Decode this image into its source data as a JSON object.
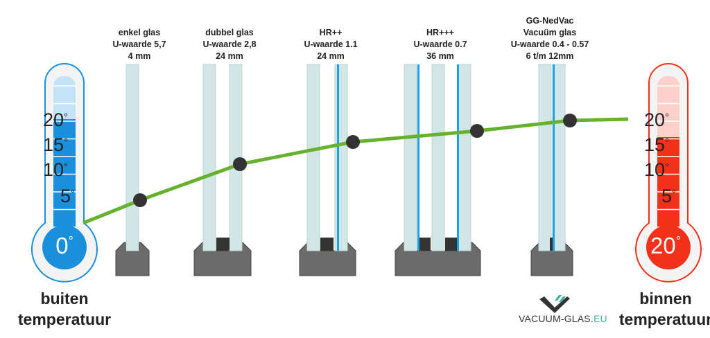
{
  "glass_types": [
    {
      "lines": [
        "enkel glas",
        "U-waarde 5,7",
        "4 mm"
      ]
    },
    {
      "lines": [
        "dubbel glas",
        "U-waarde 2,8",
        "24 mm"
      ]
    },
    {
      "lines": [
        "HR++",
        "U-waarde 1.1",
        "24 mm"
      ]
    },
    {
      "lines": [
        "HR+++",
        "U-waarde 0.7",
        "36 mm"
      ]
    },
    {
      "lines": [
        "GG-NedVac",
        "Vacuüm glas",
        "U-waarde 0.4  - 0.57",
        "6 t/m 12mm"
      ]
    }
  ],
  "thermometer_left": {
    "ticks": [
      "20",
      "15",
      "10",
      "5"
    ],
    "bulb": "0",
    "label_line1": "buiten",
    "label_line2": "temperatuur",
    "color": "#1a8fdc"
  },
  "thermometer_right": {
    "ticks": [
      "20",
      "15",
      "10",
      "5"
    ],
    "bulb": "20",
    "label_line1": "binnen",
    "label_line2": "temperatuur",
    "color": "#f2311b"
  },
  "degree_symbol": "°",
  "logo": {
    "main": "VACUUM-GLAS.",
    "suffix": "EU"
  },
  "colors": {
    "line": "#66b22e",
    "dot": "#333333",
    "glass": "#d3e6e6",
    "blue_coating": "#19a3ef",
    "frame": "#6b6b6b"
  }
}
